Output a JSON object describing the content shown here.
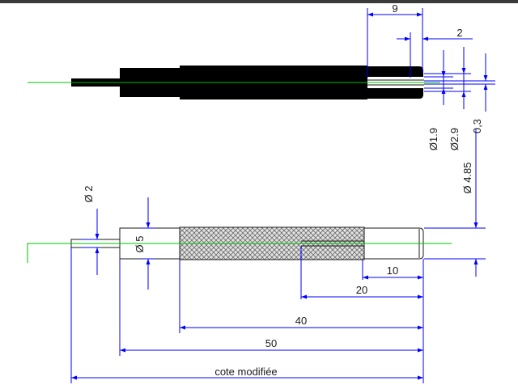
{
  "colors": {
    "background": "#ffffff",
    "top_band": "#3a3a3a",
    "dimension": "#0000ff",
    "axis": "#00c000",
    "part_fill": "#000000",
    "outline": "#1a1a1a",
    "knurl": "#cfcfcf"
  },
  "top_view": {
    "dims": {
      "d9": "9",
      "d2": "2",
      "dia19": "Ø1.9",
      "dia29": "Ø2.9",
      "d03": "0,3",
      "dia485": "Ø 4.85"
    }
  },
  "side_view": {
    "dims": {
      "dia2": "Ø 2",
      "dia5": "Ø 5",
      "d10": "10",
      "d20": "20",
      "d40": "40",
      "d50": "50",
      "overall": "cote modifiée"
    }
  }
}
